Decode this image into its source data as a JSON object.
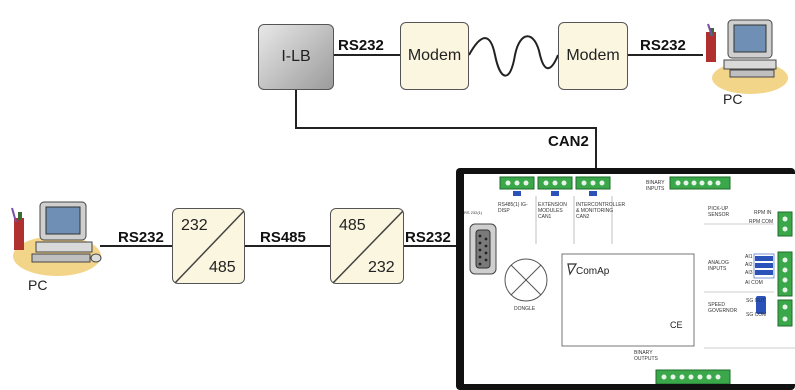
{
  "nodes": {
    "ilb": "I-LB",
    "modem_left": "Modem",
    "modem_right": "Modem",
    "conv_left_top": "232",
    "conv_left_bottom": "485",
    "conv_right_top": "485",
    "conv_right_bottom": "232",
    "pc_top": "PC",
    "pc_left": "PC"
  },
  "links": {
    "rs232_top_left": "RS232",
    "rs232_top_right": "RS232",
    "can2": "CAN2",
    "rs232_left": "RS232",
    "rs485": "RS485",
    "rs232_right": "RS232"
  },
  "controller": {
    "brand": "ComAp",
    "rs485_io": "RS485(1) IG-DISP",
    "extension": "EXTENSION MODULES CAN1",
    "intercontroller": "INTERCONTROLLER & MONITORING CAN2",
    "binary_inputs": "BINARY INPUTS",
    "pickup": "PICK-UP SENSOR",
    "rpm_in": "RPM IN",
    "rpm_com": "RPM COM",
    "analog_inputs": "ANALOG INPUTS",
    "a1": "AI1",
    "a2": "AI2",
    "a3": "AI3",
    "ai_com": "AI COM",
    "speed_governor": "SPEED GOVERNOR",
    "sg_out": "SG OUT",
    "sg_com": "SG COM",
    "dongle": "DONGLE",
    "binary_outputs": "BINARY OUTPUTS",
    "rs232_port": "RS 232(1)",
    "ce": "CE"
  },
  "colors": {
    "connector_green": "#3aa84a",
    "port_blue": "#2a52b8",
    "box_fill": "#fbf6df"
  }
}
